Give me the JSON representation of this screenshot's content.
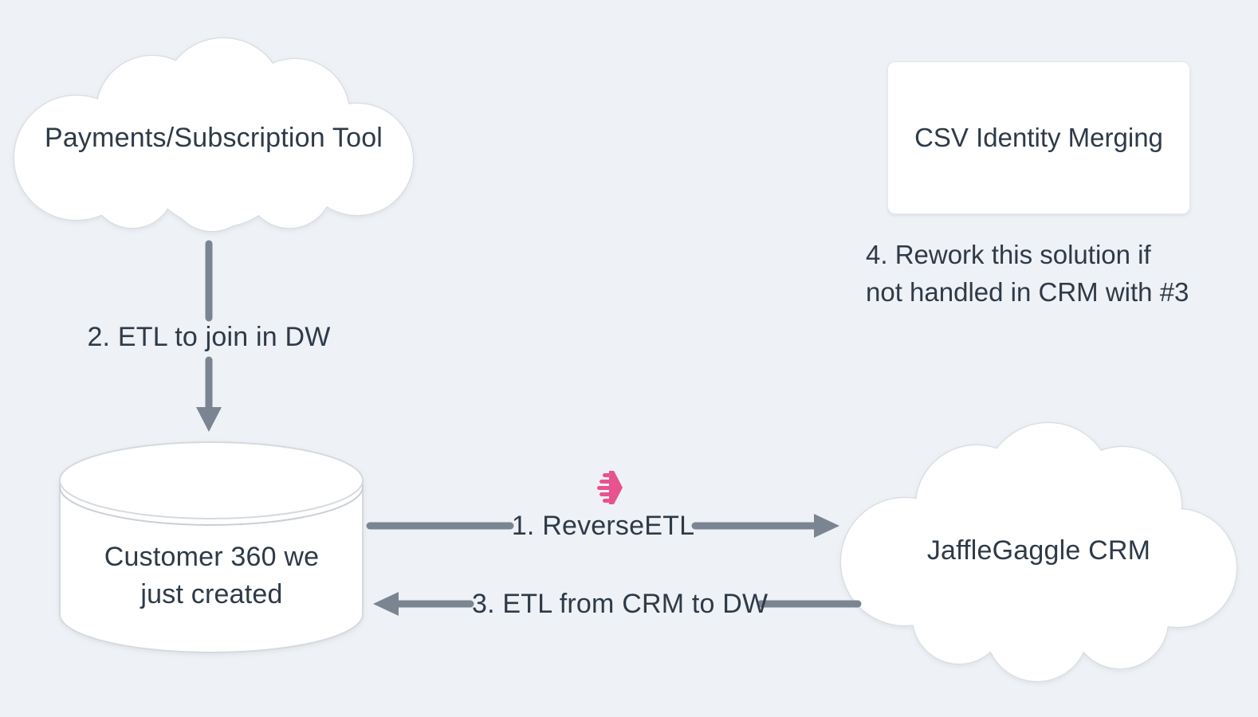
{
  "diagram": {
    "background_color": "#eef1f5",
    "text_color": "#2e3a48",
    "arrow_color": "#7b8592",
    "shape_fill": "#ffffff",
    "shape_stroke": "#d9dde2",
    "accent_pink": "#e8538f"
  },
  "nodes": {
    "payments_cloud": {
      "type": "cloud",
      "label": "Payments/Subscription Tool"
    },
    "csv_box": {
      "type": "rounded-rect",
      "label": "CSV Identity Merging"
    },
    "warehouse_cylinder": {
      "type": "database-cylinder",
      "label": "Customer 360 we\njust created"
    },
    "crm_cloud": {
      "type": "cloud",
      "label": "JaffleGaggle CRM"
    }
  },
  "edges": {
    "etl_to_dw": {
      "label": "2. ETL to join in DW",
      "from": "payments_cloud",
      "to": "warehouse_cylinder",
      "direction": "down"
    },
    "reverse_etl": {
      "label": "1. ReverseETL",
      "from": "warehouse_cylinder",
      "to": "crm_cloud",
      "direction": "right",
      "icon": "pink-speed-arrow-icon"
    },
    "etl_from_crm": {
      "label": "3. ETL from CRM to DW",
      "from": "crm_cloud",
      "to": "warehouse_cylinder",
      "direction": "left"
    }
  },
  "annotations": {
    "note_4": {
      "text": "4. Rework this solution if\nnot handled in CRM with #3"
    }
  }
}
